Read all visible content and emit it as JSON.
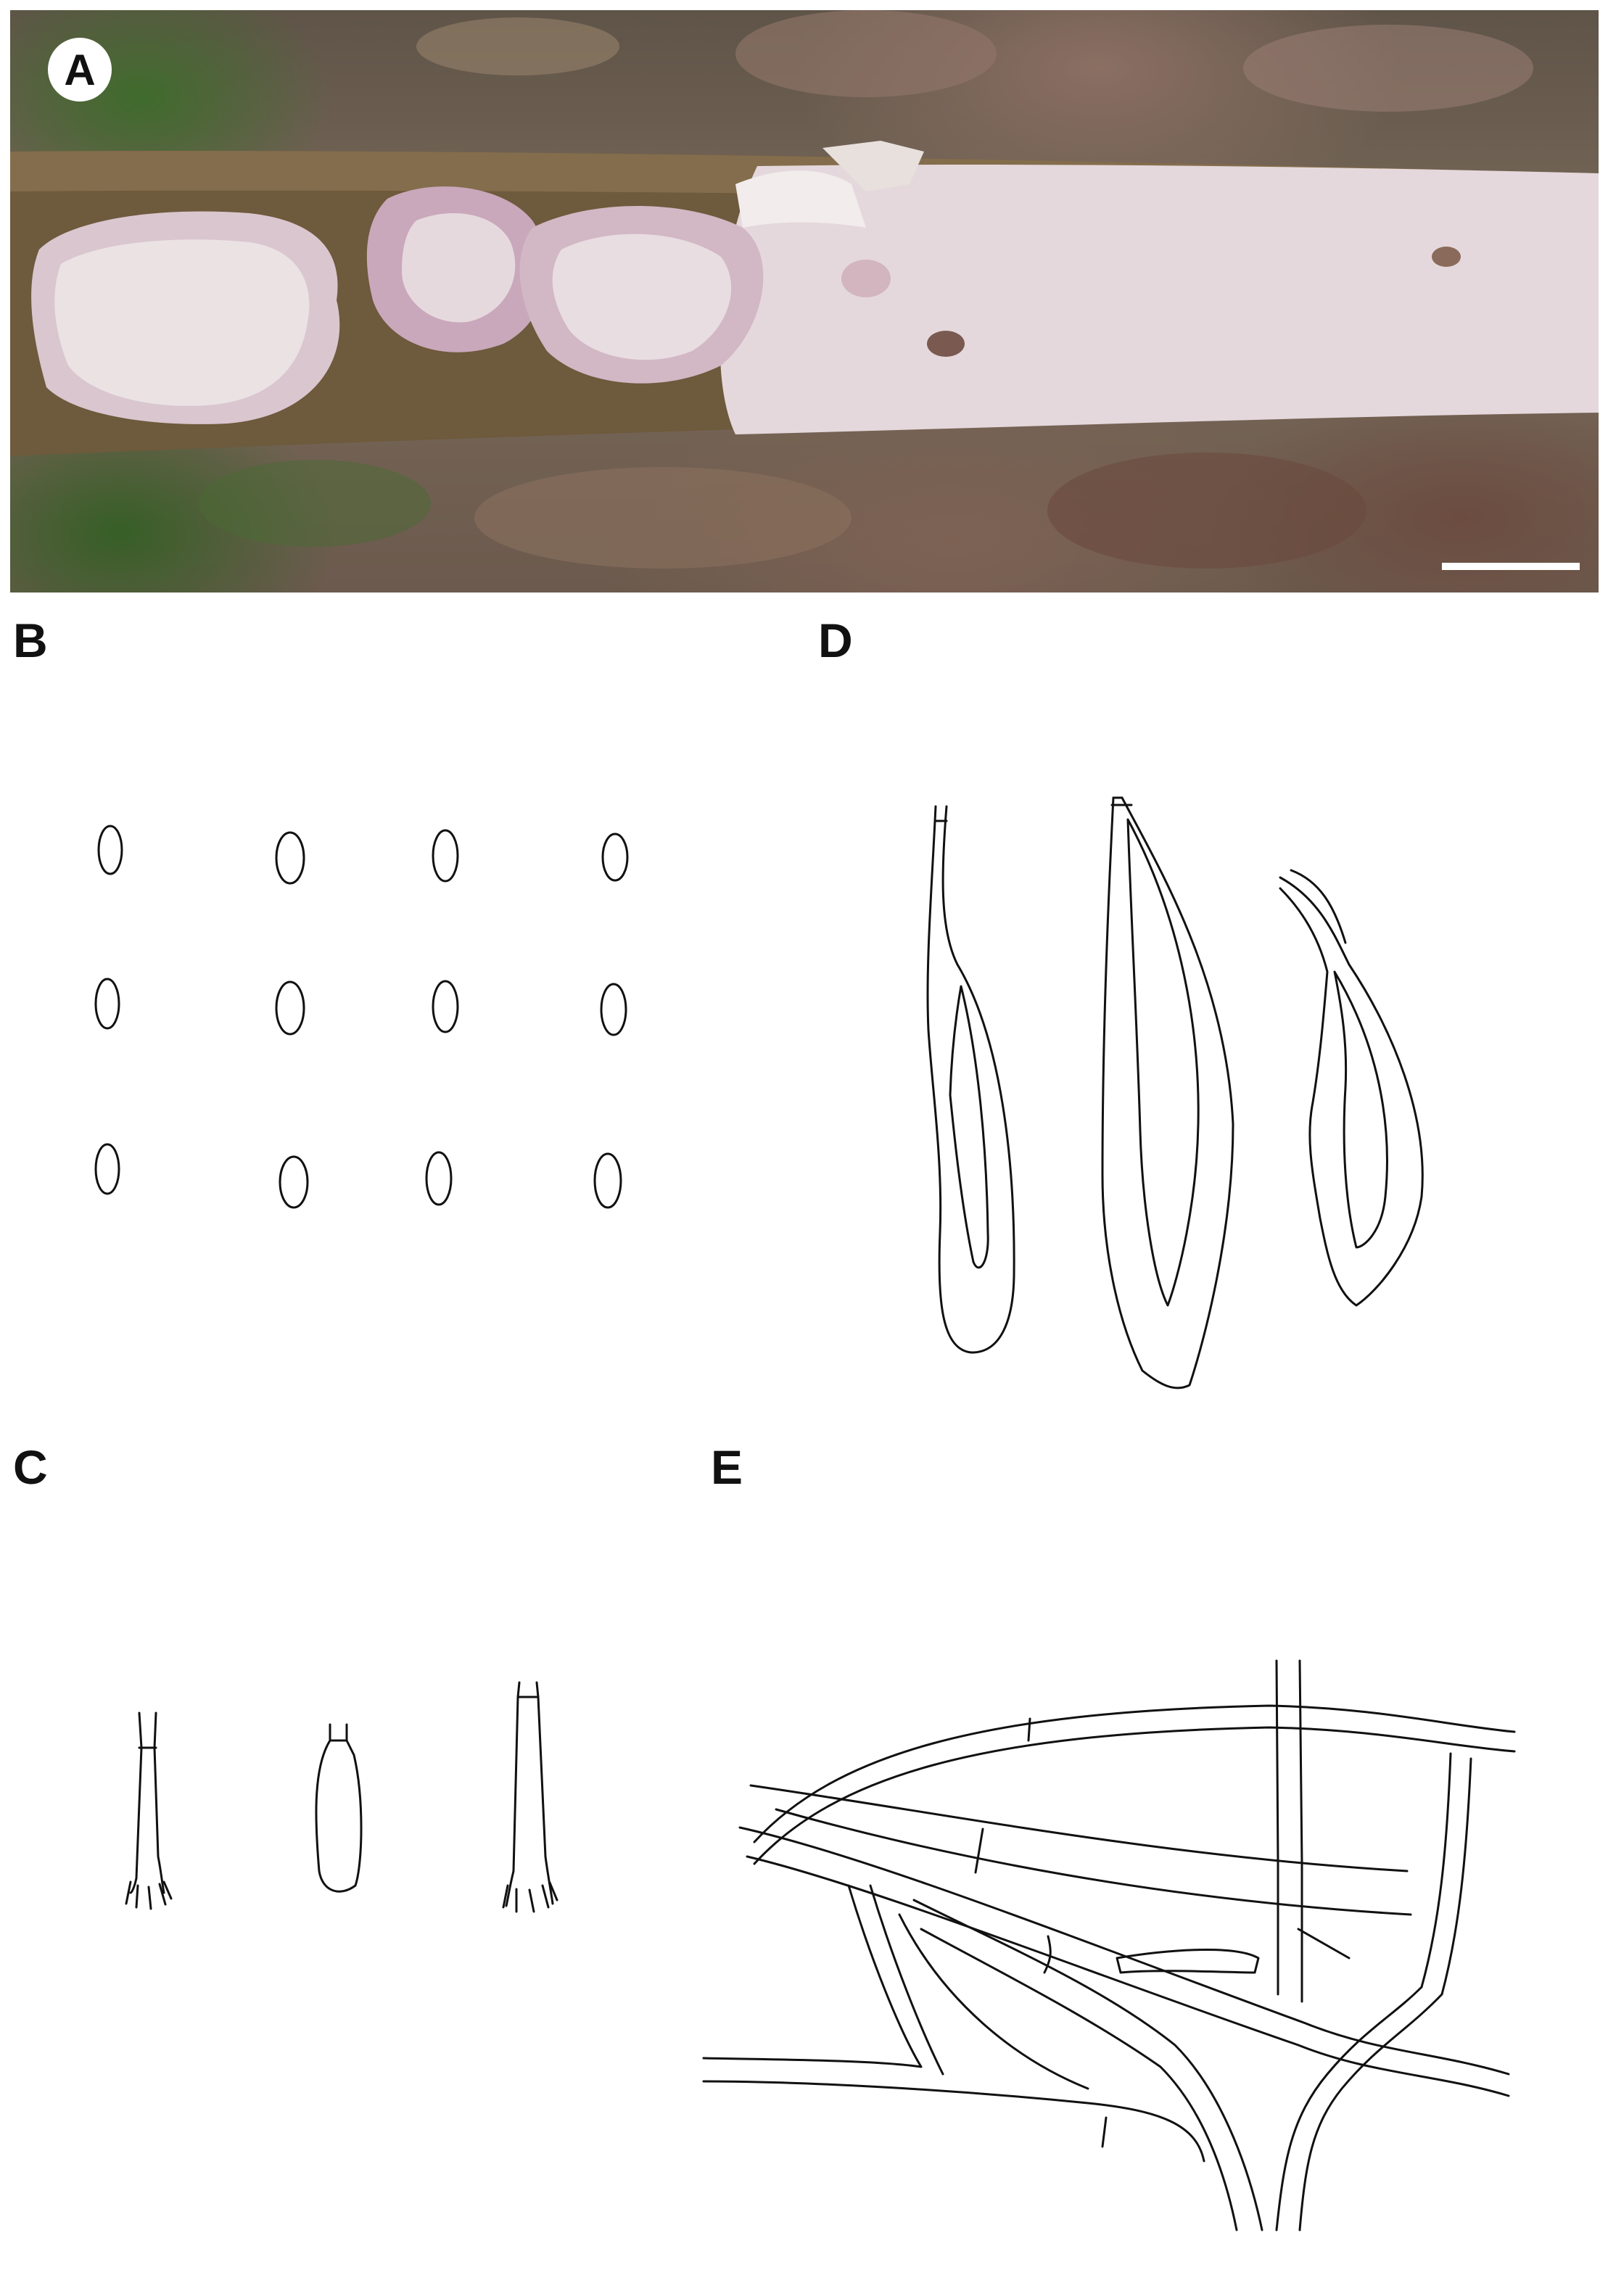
{
  "figure": {
    "panels": {
      "A": {
        "label": "A",
        "content": "photo-basidiome-on-branch"
      },
      "B": {
        "label": "B"
      },
      "C": {
        "label": "C"
      },
      "D": {
        "label": "D"
      },
      "E": {
        "label": "E"
      }
    }
  },
  "colors": {
    "line_art": "#111111",
    "fruiting_body": "#e6d9de",
    "margin_lilac": "#b58ea4",
    "branch_bark": "#6e5a3c"
  }
}
